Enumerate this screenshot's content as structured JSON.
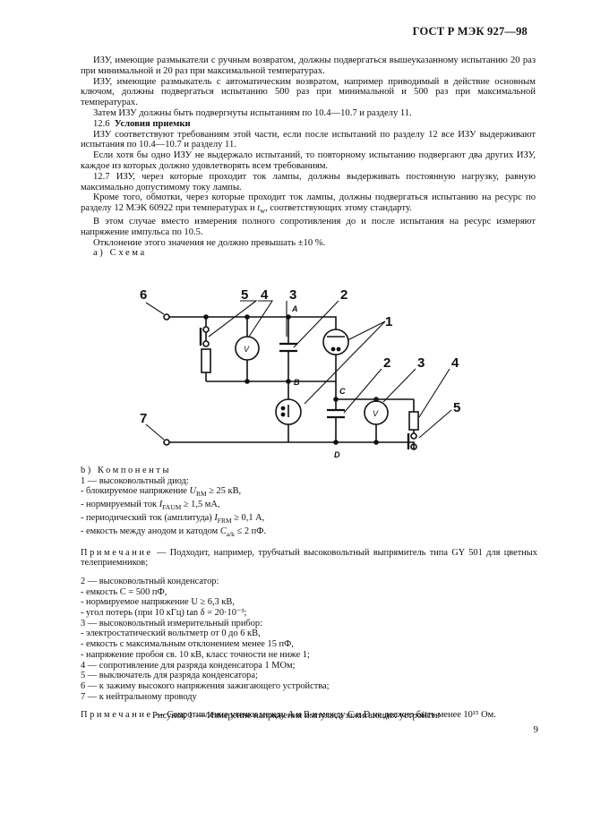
{
  "header": {
    "title": "ГОСТ Р МЭК 927—98"
  },
  "paragraphs": [
    "ИЗУ, имеющие размыкатели с ручным возвратом, должны подвергаться вышеуказанному испытанию 20 раз при минимальной и 20 раз при максимальной температурах.",
    "ИЗУ, имеющие размыкатель с автоматическим возвратом, например приводимый в действие основным ключом, должны подвергаться испытанию 500 раз при минимальной и 500 раз при максимальной температурах.",
    "Затем ИЗУ должны быть подвергнуты испытаниям по 10.4—10.7 и разделу 11."
  ],
  "section_12_6": {
    "number": "12.6",
    "title": "Условия приемки"
  },
  "paragraphs2": [
    "ИЗУ соответствуют требованиям этой части, если после испытаний по разделу 12 все ИЗУ выдерживают испытания по 10.4—10.7 и разделу 11.",
    "Если хотя бы одно ИЗУ не выдержало испытаний, то повторному испытанию подвергают два других ИЗУ, каждое из которых должно удовлетворять всем требованиям.",
    "12.7 ИЗУ, через которые проходит ток лампы, должны выдерживать постоянную нагрузку, равную максимально допустимому току лампы."
  ],
  "para_ageing_a": "Кроме того, обмотки, через которые проходит ток лампы, должны подвергаться испытанию на ресурс по разделу 12 МЭК 60922 при температурах и ",
  "para_ageing_tw": "t",
  "para_ageing_tw_sub": "w",
  "para_ageing_b": ", соответствующих этому стандарту.",
  "paragraphs3": [
    "В этом случае вместо измерения полного сопротивления до и после испытания на ресурс измеряют напряжение импульса по 10.5.",
    "Отклонение этого значения не должно превышать ±10 %."
  ],
  "scheme_label": "а) Схема",
  "diagram": {
    "labels": [
      "6",
      "5",
      "4",
      "3",
      "2",
      "1",
      "2",
      "3",
      "4",
      "5",
      "7"
    ],
    "nodes": [
      "A",
      "B",
      "C",
      "D"
    ],
    "meter": "V"
  },
  "components_label": "b) Компоненты",
  "comp1": {
    "head": "1 — высоковольтный диод:",
    "items": [
      {
        "pre": "- блокируемое напряжение ",
        "sym": "U",
        "sub": "RM",
        "post": " ≥ 25 кВ,"
      },
      {
        "pre": "- нормируемый ток ",
        "sym": "I",
        "sub": "FAUM",
        "post": " ≥ 1,5 мА,"
      },
      {
        "pre": "- периодический ток (амплитуда) ",
        "sym": "I",
        "sub": "FRM",
        "post": " ≥ 0,1 А,"
      },
      {
        "pre": "- емкость между анодом и катодом ",
        "sym": "C",
        "sub": "a/k",
        "post": " ≤ 2 пФ."
      }
    ]
  },
  "note1_label": "Примечание",
  "note1_text": " — Подходит, например, трубчатый высоковольтный выпрямитель типа GY 501 для цветных телеприемников;",
  "comp2": [
    "2 — высоковольтный конденсатор:",
    "- емкость C = 500 пФ,",
    "- нормируемое напряжение U ≥ 6,3 кВ,",
    "- угол потерь (при 10 кГц) tan δ = 20·10⁻³;",
    "3 — высоковольтный измерительный прибор:",
    "- электростатический вольтметр от 0 до 6 кВ,",
    "- емкость с максимальным отклонением менее 15 пФ,",
    "- напряжение пробоя св. 10 кВ, класс точности не ниже 1;",
    "4 — сопротивление для разряда конденсатора 1 МОм;",
    "5 — выключатель для разряда конденсатора;",
    "6 — к зажиму высокого напряжения зажигающего устройства;",
    "7 — к нейтральному проводу"
  ],
  "note2_label": "Примечание",
  "note2_text": " — Сопротивление утечки между A и B и между C и D не должно быть менее 10¹⁵ Ом.",
  "caption": "Рисунок 1 — Измерение напряжения импульса зажигающих устройств",
  "page_number": "9"
}
